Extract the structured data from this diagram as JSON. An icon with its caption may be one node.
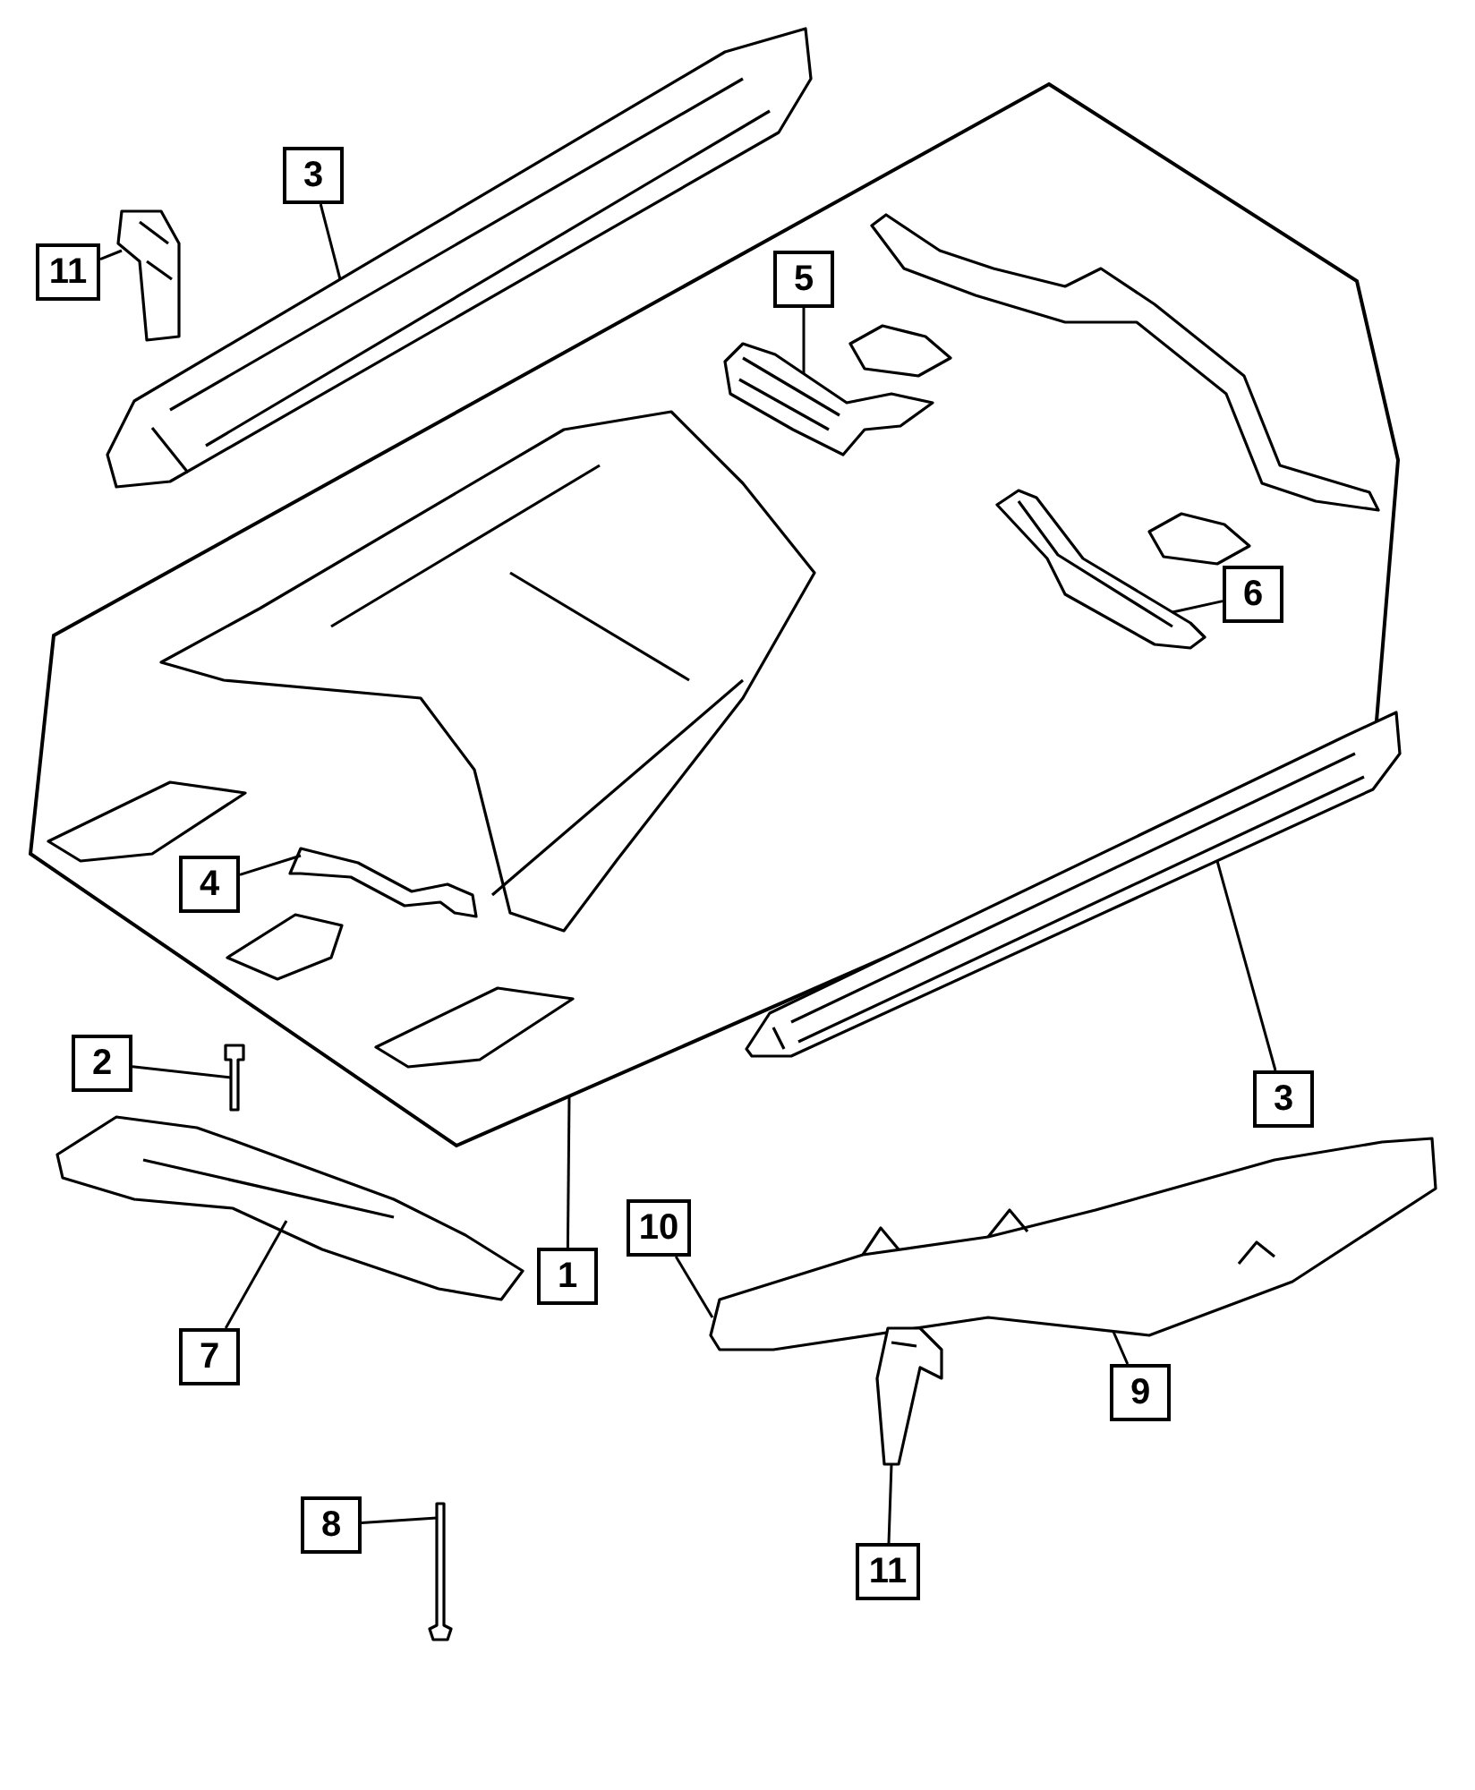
{
  "diagram": {
    "nodes": [
      {
        "text": [
          "3"
        ]
      },
      {
        "text": [
          "11"
        ]
      },
      {
        "text": [],
        "shape": "picture"
      },
      {
        "text": [],
        "shape": "picture"
      },
      {
        "text": [],
        "shape": "box"
      },
      {
        "text": [
          "5"
        ],
        "in": 4
      },
      {
        "text": [],
        "shape": "picture",
        "in": 4
      },
      {
        "text": [
          "6"
        ],
        "in": 4
      },
      {
        "text": [],
        "shape": "picture",
        "in": 4
      },
      {
        "text": [
          "4"
        ],
        "in": 4
      },
      {
        "text": [],
        "shape": "picture",
        "in": 4
      },
      {
        "text": [
          "3"
        ]
      },
      {
        "text": [],
        "shape": "picture"
      },
      {
        "text": [
          "2"
        ]
      },
      {
        "text": [],
        "shape": "picture"
      },
      {
        "text": [
          "1"
        ]
      },
      {
        "text": [
          "10"
        ]
      },
      {
        "text": [
          "9"
        ]
      },
      {
        "text": [],
        "shape": "picture"
      },
      {
        "text": [
          "7"
        ]
      },
      {
        "text": [],
        "shape": "picture"
      },
      {
        "text": [
          "8"
        ]
      },
      {
        "text": [],
        "shape": "picture"
      },
      {
        "text": [
          "11"
        ]
      },
      {
        "text": [],
        "shape": "picture"
      }
    ],
    "edges": [
      {
        "from": 0,
        "to": 2,
        "arrow": "none"
      },
      {
        "from": 1,
        "to": 3,
        "arrow": "none"
      },
      {
        "from": 5,
        "to": 6,
        "arrow": "none"
      },
      {
        "from": 7,
        "to": 8,
        "arrow": "none"
      },
      {
        "from": 9,
        "to": 10,
        "arrow": "none"
      },
      {
        "from": 11,
        "to": 12,
        "arrow": "none"
      },
      {
        "from": 13,
        "to": 14,
        "arrow": "none"
      },
      {
        "from": 15,
        "to": 4,
        "arrow": "none"
      },
      {
        "from": 16,
        "to": 18,
        "arrow": "none"
      },
      {
        "from": 17,
        "to": 18,
        "arrow": "none"
      },
      {
        "from": 19,
        "to": 20,
        "arrow": "none"
      },
      {
        "from": 21,
        "to": 22,
        "arrow": "none"
      },
      {
        "from": 23,
        "to": 24,
        "arrow": "none"
      }
    ]
  }
}
